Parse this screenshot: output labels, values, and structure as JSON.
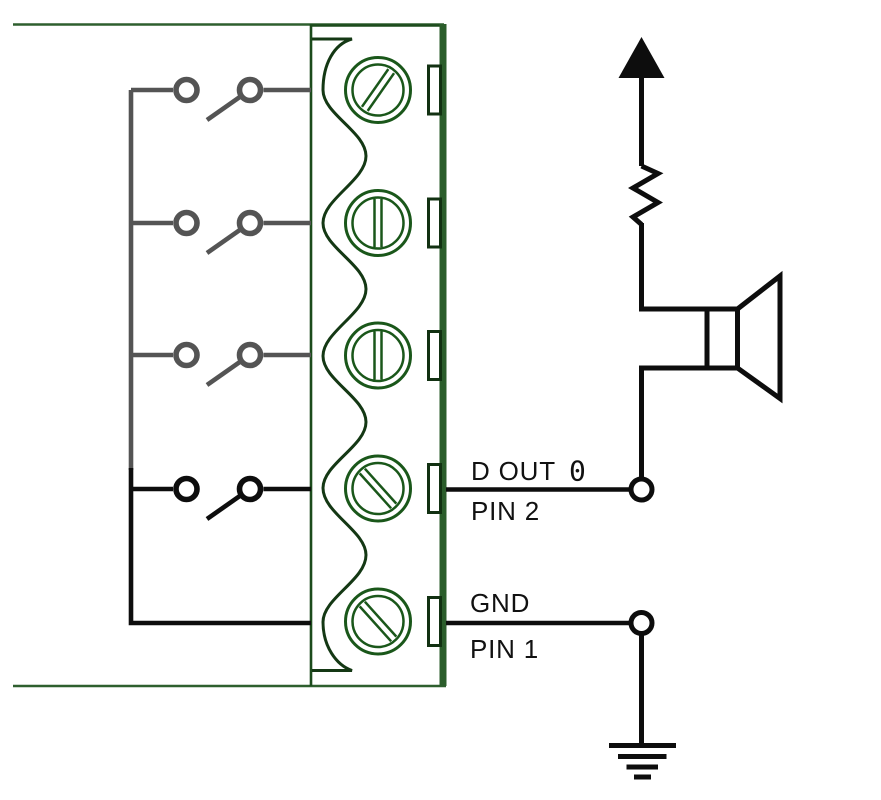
{
  "labels": {
    "d_out": {
      "signal": "D OUT",
      "bit": "0",
      "pin": "PIN 2"
    },
    "gnd": {
      "signal": "GND",
      "pin": "PIN 1"
    }
  },
  "colors": {
    "wire": "#0d0d0d",
    "switch_gray": "#545454",
    "board_green": "#2e5f2e",
    "block_outline_green": "#1c4b1c",
    "wave_green": "#143814",
    "screw_green": "#1a571a",
    "tab_green": "#123112",
    "bar_green": "#2b5d2b",
    "text": "#111111"
  }
}
